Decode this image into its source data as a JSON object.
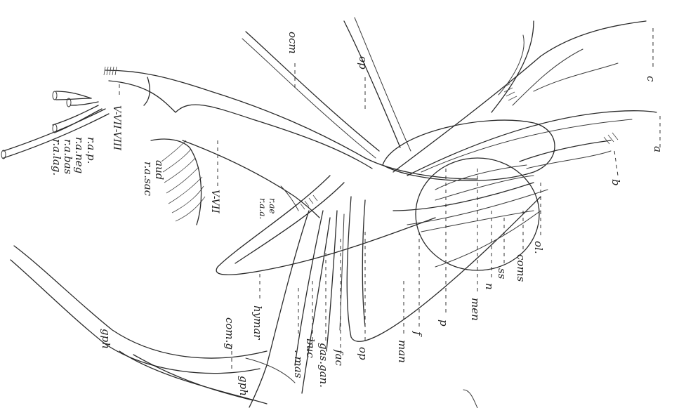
{
  "labels": {
    "c": "c",
    "a": "a",
    "b": "b",
    "ocm": "ocm",
    "op_top": "op",
    "rap": "r.a.p.",
    "raneg": "r.a.neg",
    "rabas": "r.a.bas",
    "ralag": "r.a.lag.",
    "v_vii_viii": "V-VII-VIII",
    "aud": "aud",
    "rasac": "r.a.sac",
    "v_vii": "V-VII",
    "rae": "r.ae",
    "raa": "r.a.a.",
    "ol": "ol.",
    "coms": "coms",
    "ss": "ss",
    "n": "n",
    "men": "men",
    "p": "p",
    "f": "f",
    "man": "man",
    "op": "op",
    "fac": "fac",
    "gas_gan": "gas.gan.",
    "mas": ". mas",
    "buc": "buc",
    "hymar": "hymar",
    "comg": "com.g",
    "gph_left": "gph",
    "gph_right": "gph"
  }
}
